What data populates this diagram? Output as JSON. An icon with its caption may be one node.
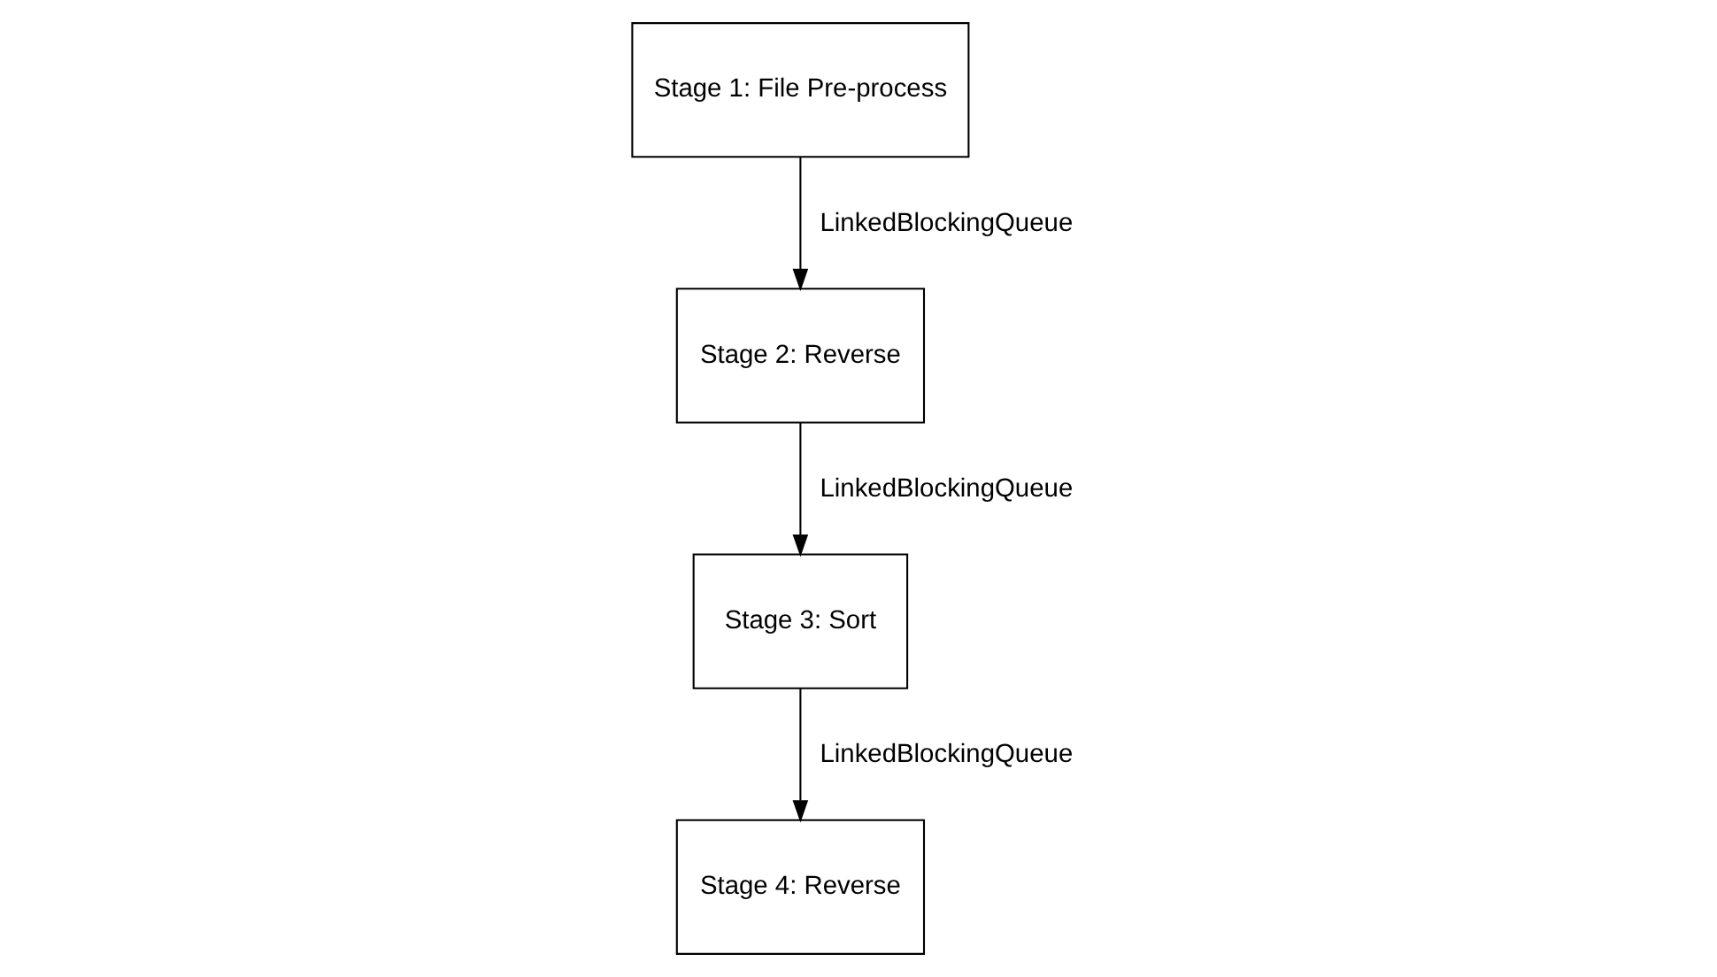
{
  "diagram": {
    "nodes": [
      {
        "text": [
          "Stage 1: File Pre-process"
        ]
      },
      {
        "text": [
          "Stage 2: Reverse"
        ]
      },
      {
        "text": [
          "Stage 3: Sort"
        ]
      },
      {
        "text": [
          "Stage 4: Reverse"
        ]
      }
    ],
    "edges": [
      {
        "from": 0,
        "to": 1,
        "arrow": "to",
        "label": "LinkedBlockingQueue"
      },
      {
        "from": 1,
        "to": 2,
        "arrow": "to",
        "label": "LinkedBlockingQueue"
      },
      {
        "from": 2,
        "to": 3,
        "arrow": "to",
        "label": "LinkedBlockingQueue"
      }
    ]
  }
}
